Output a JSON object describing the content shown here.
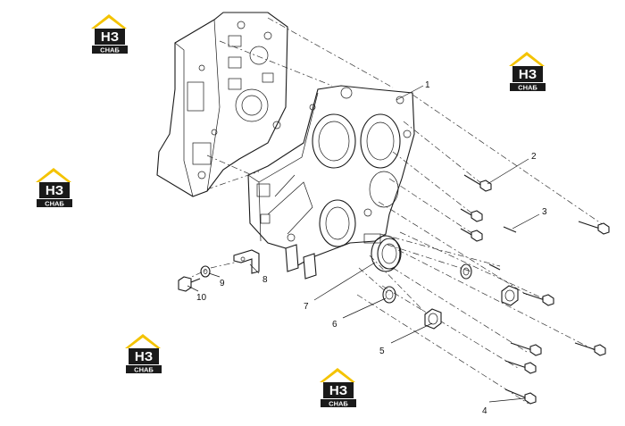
{
  "logo": {
    "letters": "НЗ",
    "caption": "СНАБ",
    "colors": {
      "roof": "#f4c300",
      "plate": "#1a1a1a",
      "letters": "#ffffff",
      "caption_bg": "#1a1a1a",
      "caption_text": "#ffffff"
    }
  },
  "callouts": [
    {
      "id": "1",
      "text": "1"
    },
    {
      "id": "2",
      "text": "2"
    },
    {
      "id": "3",
      "text": "3"
    },
    {
      "id": "4",
      "text": "4"
    },
    {
      "id": "5",
      "text": "5"
    },
    {
      "id": "6",
      "text": "6"
    },
    {
      "id": "7",
      "text": "7"
    },
    {
      "id": "8",
      "text": "8"
    },
    {
      "id": "9",
      "text": "9"
    },
    {
      "id": "10",
      "text": "10"
    }
  ]
}
